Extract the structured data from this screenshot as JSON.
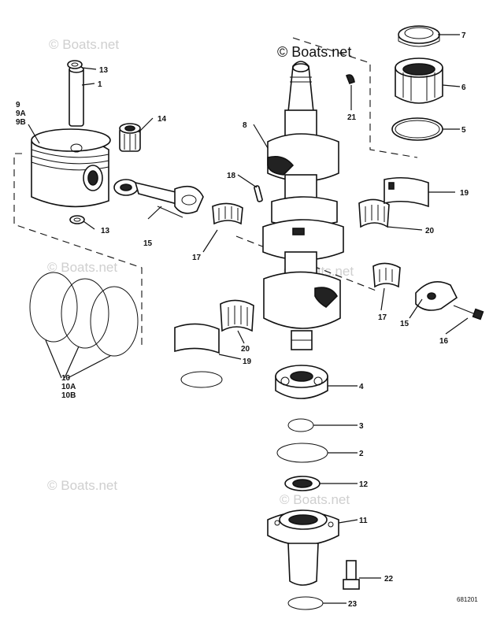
{
  "watermark": "© Boats.net",
  "drawing_code": "681201",
  "labels": {
    "p1": "1",
    "p2": "2",
    "p3": "3",
    "p4": "4",
    "p5": "5",
    "p6": "6",
    "p7": "7",
    "p8": "8",
    "p9": "9",
    "p9a": "9A",
    "p9b": "9B",
    "p10": "10",
    "p10a": "10A",
    "p10b": "10B",
    "p11": "11",
    "p12": "12",
    "p13a": "13",
    "p13b": "13",
    "p14": "14",
    "p15a": "15",
    "p15b": "15",
    "p16": "16",
    "p17a": "17",
    "p17b": "17",
    "p18": "18",
    "p19a": "19",
    "p19b": "19",
    "p20a": "20",
    "p20b": "20",
    "p21": "21",
    "p22": "22",
    "p23": "23"
  }
}
